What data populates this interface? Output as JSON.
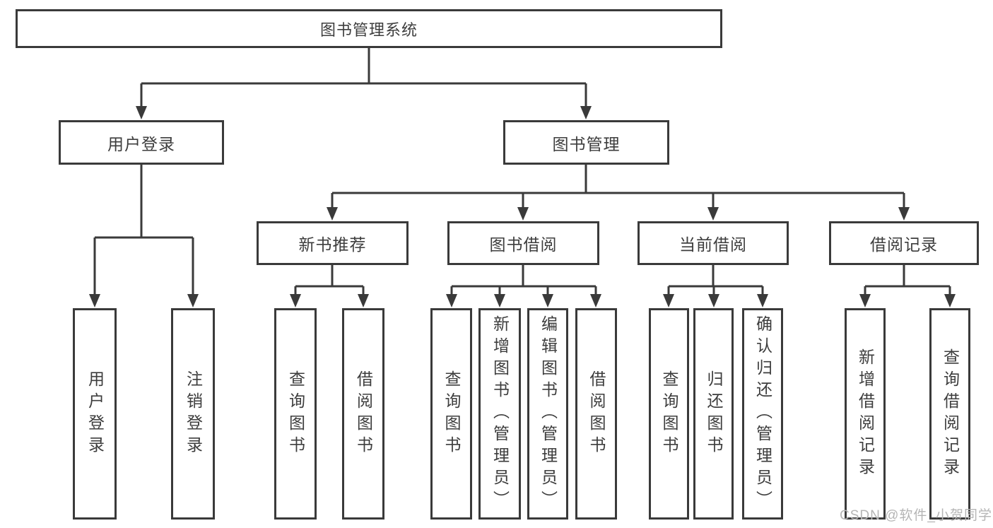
{
  "diagram_title": "图书管理系统",
  "nodes": {
    "root": "图书管理系统",
    "user_login": "用户登录",
    "book_mgmt": "图书管理",
    "new_books": "新书推荐",
    "book_borrow": "图书借阅",
    "current_borrow": "当前借阅",
    "borrow_records": "借阅记录",
    "leaf_user_login": "用户登录",
    "leaf_logout": "注销登录",
    "leaf_nb_query": "查询图书",
    "leaf_nb_borrow": "借阅图书",
    "leaf_bb_query": "查询图书",
    "leaf_bb_add": "新增图书（管理员）",
    "leaf_bb_edit": "编辑图书（管理员）",
    "leaf_bb_borrow": "借阅图书",
    "leaf_cb_query": "查询图书",
    "leaf_cb_return": "归还图书",
    "leaf_cb_confirm": "确认归还（管理员）",
    "leaf_br_add": "新增借阅记录",
    "leaf_br_query": "查询借阅记录"
  },
  "colors": {
    "line": "#3a3a3a",
    "text": "#3d3d3d",
    "watermark": "#b5b5b5",
    "background": "#ffffff"
  },
  "watermark": "CSDN @软件_小贺同学"
}
